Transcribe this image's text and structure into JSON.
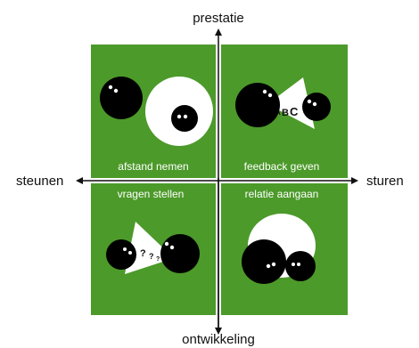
{
  "axes": {
    "top": "prestatie",
    "bottom": "ontwikkeling",
    "left": "steunen",
    "right": "sturen"
  },
  "quadrants": {
    "top_left": "afstand nemen",
    "top_right": "feedback geven",
    "bottom_left": "vragen stellen",
    "bottom_right": "relatie aangaan"
  },
  "speech": {
    "feedback": [
      "A",
      "B",
      "C"
    ],
    "questions": [
      "?",
      "?",
      "?"
    ]
  },
  "colors": {
    "quadrant": "#4c9a2a",
    "figure": "#000000",
    "bubble": "#ffffff",
    "axis": "#111111"
  }
}
